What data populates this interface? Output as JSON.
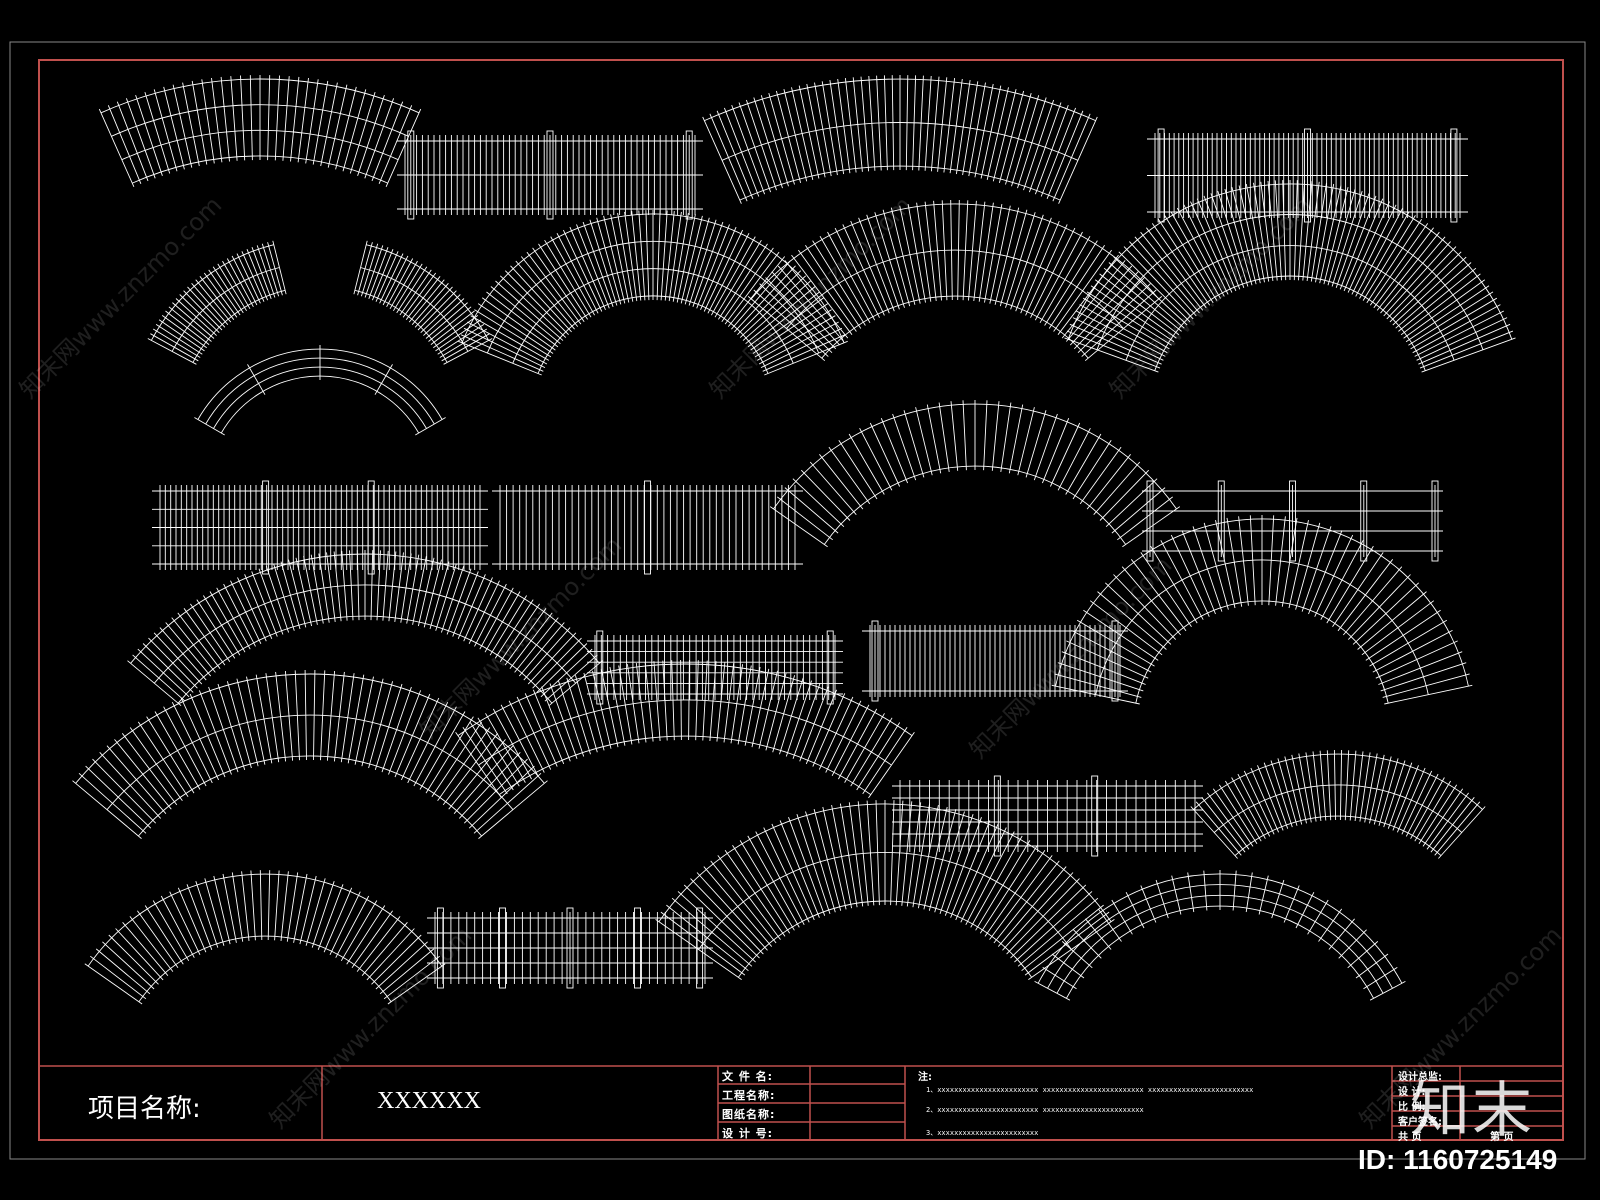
{
  "title_block": {
    "project_label": "项目名称:",
    "project_name": "XXXXXX",
    "fields": [
      "文 件 名:",
      "工程名称:",
      "图纸名称:",
      "设 计 号:"
    ],
    "note_title": "注:",
    "notes": [
      "1、xxxxxxxxxxxxxxxxxxxxxxxx  xxxxxxxxxxxxxxxxxxxxxxxx  xxxxxxxxxxxxxxxxxxxxxxxxx",
      "2、xxxxxxxxxxxxxxxxxxxxxxxx  xxxxxxxxxxxxxxxxxxxxxxxx",
      "3、xxxxxxxxxxxxxxxxxxxxxxxx"
    ],
    "right_fields": [
      "设计总监:",
      "设    计:",
      "比    例:",
      "客户签名:"
    ],
    "sheet_total": "共    页",
    "sheet_no": "第    页"
  },
  "watermark": {
    "logo": "知末",
    "id_text": "ID: 1160725149",
    "site_text": "知末网www.znzmo.com"
  },
  "colors": {
    "background": "#000000",
    "line": "#ffffff",
    "border": "#c0504d"
  }
}
